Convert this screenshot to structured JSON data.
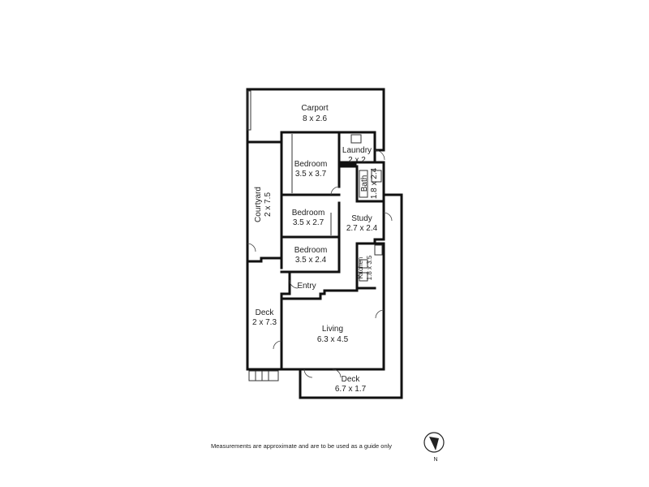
{
  "rooms": {
    "carport": {
      "name": "Carport",
      "dims": "8 x 2.6"
    },
    "laundry": {
      "name": "Laundry",
      "dims": "2 x 2"
    },
    "bedroom1": {
      "name": "Bedroom",
      "dims": "3.5 x 3.7"
    },
    "bath": {
      "name": "Bath",
      "dims": "1.8 x 2.4"
    },
    "courtyard": {
      "name": "Courtyard",
      "dims": "2 x 7.5"
    },
    "bedroom2": {
      "name": "Bedroom",
      "dims": "3.5 x 2.7"
    },
    "study": {
      "name": "Study",
      "dims": "2.7 x 2.4"
    },
    "bedroom3": {
      "name": "Bedroom",
      "dims": "3.5 x 2.4"
    },
    "kitchen": {
      "name": "Kitchen",
      "dims": "1.8 x 3.5"
    },
    "entry": {
      "name": "Entry"
    },
    "deck_side": {
      "name": "Deck",
      "dims": "2 x 7.3"
    },
    "living": {
      "name": "Living",
      "dims": "6.3 x 4.5"
    },
    "deck_rear": {
      "name": "Deck",
      "dims": "6.7 x 1.7"
    }
  },
  "disclaimer": "Measurements are approximate and are to be used as a guide only",
  "compass": {
    "label": "N"
  }
}
